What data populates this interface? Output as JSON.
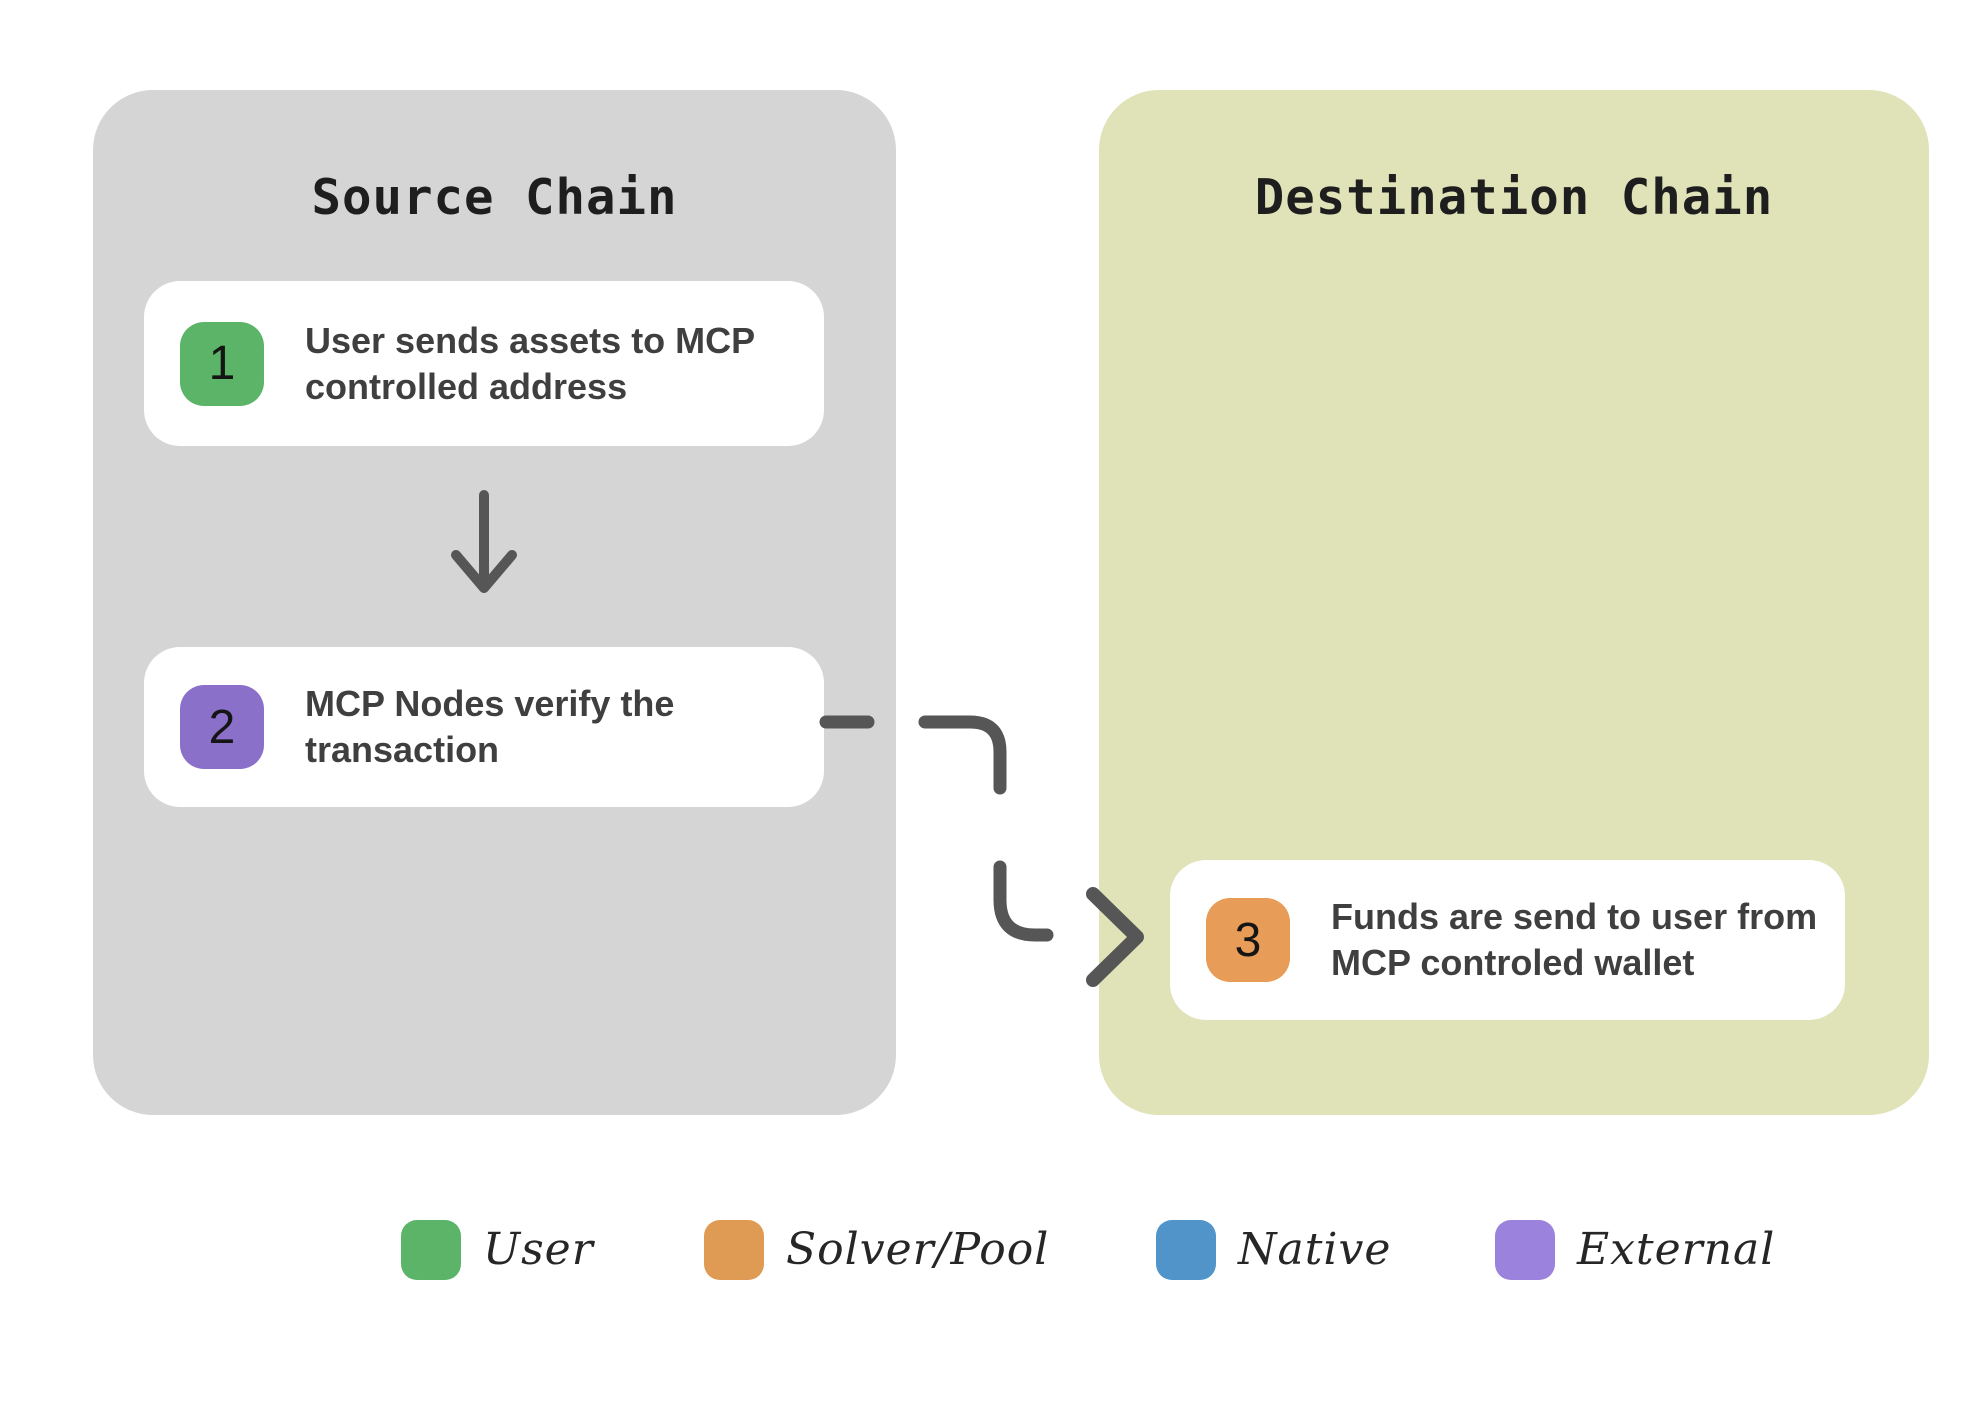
{
  "panels": {
    "source": {
      "title": "Source Chain",
      "bg": "#d5d5d5"
    },
    "destination": {
      "title": "Destination Chain",
      "bg": "#e0e2b8"
    }
  },
  "steps": [
    {
      "number": "1",
      "text": "User sends assets to MCP\ncontrolled address",
      "badge_color": "#5bb467"
    },
    {
      "number": "2",
      "text": "MCP Nodes verify the\ntransaction",
      "badge_color": "#8b70c9"
    },
    {
      "number": "3",
      "text": "Funds are send to user from\nMCP controled wallet",
      "badge_color": "#e79c58"
    }
  ],
  "arrows": {
    "color": "#565656"
  },
  "legend": [
    {
      "label": "User",
      "color": "#5bb467"
    },
    {
      "label": "Solver/Pool",
      "color": "#df9a54"
    },
    {
      "label": "Native",
      "color": "#5094ca"
    },
    {
      "label": "External",
      "color": "#9b82dc"
    }
  ]
}
